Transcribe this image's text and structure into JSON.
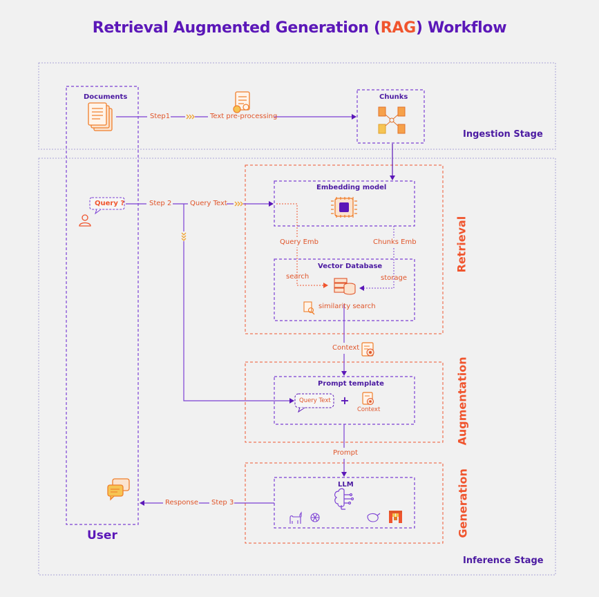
{
  "title": {
    "main": "Retrieval Augmented Generation (",
    "highlight": "RAG",
    "end": ") Workflow"
  },
  "stages": {
    "ingestion": "Ingestion Stage",
    "inference": "Inference Stage"
  },
  "user": {
    "label": "User",
    "query": "Query ?"
  },
  "ingestion": {
    "documents": "Documents",
    "step1": "Step1",
    "preprocess": "Text pre-processing",
    "chunks": "Chunks"
  },
  "retrieval": {
    "label": "Retrieval",
    "step2": "Step 2",
    "query_text": "Query Text",
    "embedding_model": "Embedding model",
    "query_emb": "Query Emb",
    "chunks_emb": "Chunks Emb",
    "vector_db": "Vector Database",
    "search": "search",
    "storage": "storage",
    "similarity": "similarity search"
  },
  "augmentation": {
    "label": "Augmentation",
    "context": "Context",
    "prompt_template": "Prompt template",
    "query_text": "Query Text",
    "plus": "+",
    "context_small": "Context"
  },
  "generation": {
    "label": "Generation",
    "prompt": "Prompt",
    "llm": "LLM",
    "step3": "Step 3",
    "response": "Response"
  },
  "colors": {
    "purple": "#5b17b8",
    "orange": "#f0552e",
    "bg": "#f1f1f1"
  }
}
